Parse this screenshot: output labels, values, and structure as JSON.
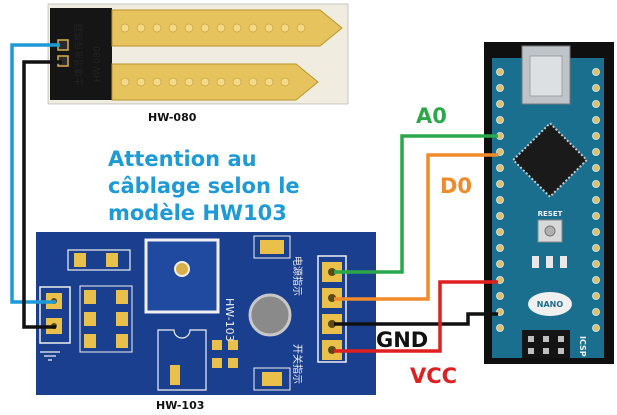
{
  "sensor_probe": {
    "caption": "HW-080",
    "printed_model": "HW-080",
    "printed_cn": "土壤湿度传感器"
  },
  "module_board": {
    "caption": "HW-103",
    "printed_model": "HW-103",
    "printed_cn_1": "电源指示",
    "printed_cn_2": "开关指示"
  },
  "arduino": {
    "reset_label": "RESET",
    "logo_text": "NANO",
    "icsp_label": "ICSP"
  },
  "warning_note": {
    "line1": "Attention au",
    "line2": "câblage selon le",
    "line3": "modèle HW103"
  },
  "signals": {
    "a0": "A0",
    "d0": "D0",
    "gnd": "GND",
    "vcc": "VCC"
  },
  "colors": {
    "a0": "#2aa84a",
    "d0": "#f08a2a",
    "gnd": "#111111",
    "vcc": "#e02020",
    "probe_wire": "#1e9ad6",
    "note": "#1e9ad6",
    "pcb": "#1b3f8f",
    "nano_pcb": "#1a6f8f"
  }
}
